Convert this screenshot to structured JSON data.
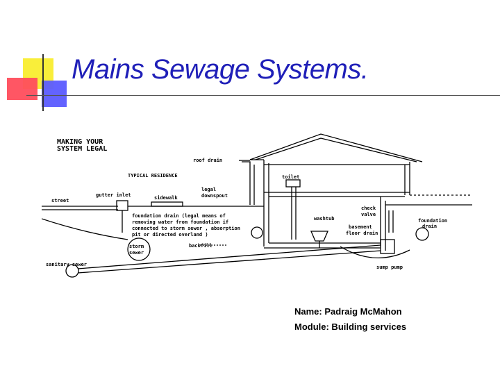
{
  "slide": {
    "title": "Mains Sewage Systems.",
    "name_line": "Name: Padraig McMahon",
    "module_line": "Module: Building services"
  },
  "diagram": {
    "heading_line1": "MAKING YOUR",
    "heading_line2": "SYSTEM LEGAL",
    "labels": {
      "typical_residence": "TYPICAL RESIDENCE",
      "roof_drain": "roof drain",
      "street": "street",
      "gutter_inlet": "gutter inlet",
      "sidewalk": "sidewalk",
      "legal_downspout_1": "legal",
      "legal_downspout_2": "downspout",
      "toilet": "toilet",
      "check_valve_1": "check",
      "check_valve_2": "valve",
      "foundation_drain_1": "foundation",
      "foundation_drain_2": "drain",
      "washtub": "washtub",
      "basement_floor_drain_1": "basement",
      "basement_floor_drain_2": "floor drain",
      "foundation_note_1": "foundation drain (legal means of",
      "foundation_note_2": "removing water from foundation if",
      "foundation_note_3": "connected to storm sewer , absorption",
      "foundation_note_4": "pit or directed overland )",
      "storm_sewer_1": "storm",
      "storm_sewer_2": "sewer",
      "backfill": "backfill",
      "sanitary_sewer": "sanitary sewer",
      "sump_pump": "sump pump"
    }
  },
  "colors": {
    "title": "#1f1fb8",
    "accent_yellow": "#f9ee3a",
    "accent_red": "#ff4d5c",
    "accent_blue": "#5b5bff"
  }
}
